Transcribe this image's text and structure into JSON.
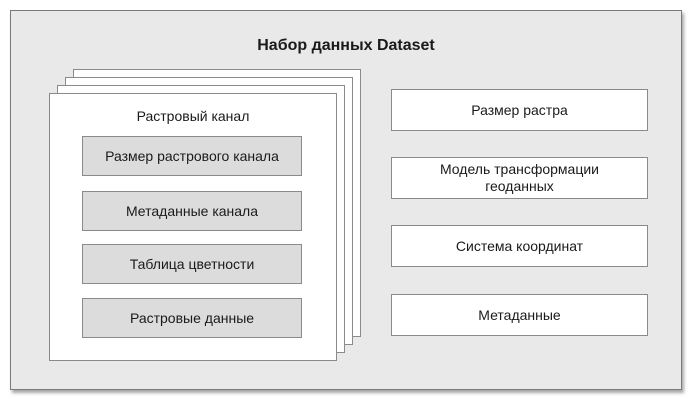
{
  "dataset": {
    "title": "Набор данных Dataset"
  },
  "raster_band": {
    "title": "Растровый канал",
    "items": [
      "Размер растрового канала",
      "Метаданные канала",
      "Таблица цветности",
      "Растровые данные"
    ]
  },
  "dataset_components": [
    "Размер растра",
    "Модель трансформации\nгеоданных",
    "Система координат",
    "Метаданные"
  ],
  "colors": {
    "background": "#e9e9e9",
    "inner_box": "#dcdcdc",
    "box": "#ffffff",
    "border": "#8a8a8a"
  }
}
